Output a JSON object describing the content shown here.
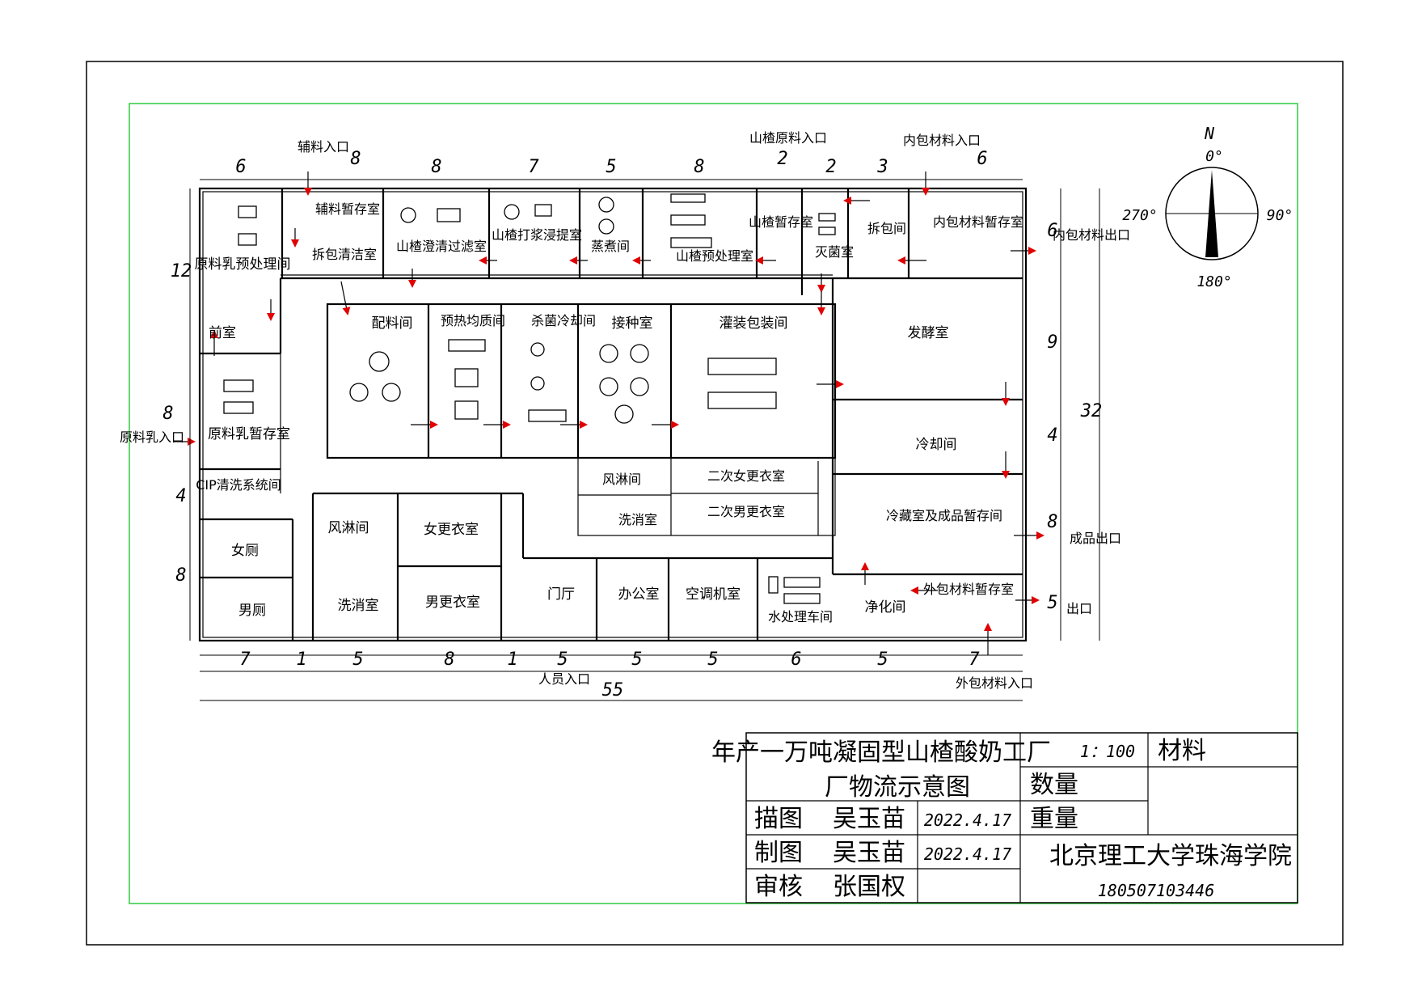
{
  "rooms": {
    "raw_milk_pre": "原料乳预处理间",
    "front_room": "前室",
    "raw_milk_store": "原料乳暂存室",
    "cip": "CIP清洗系统间",
    "women_wc": "女厕",
    "men_wc": "男厕",
    "aux_store": "辅料暂存室",
    "unpack_clean": "拆包清洁室",
    "clarify": "山楂澄清过滤室",
    "pulp_soak": "山楂打浆浸提室",
    "cook": "蒸煮间",
    "hawthorn_pre": "山楂预处理室",
    "hawthorn_store": "山楂暂存室",
    "sterilize_room": "灭菌室",
    "unpack": "拆包间",
    "inner_store": "内包材料暂存室",
    "batching": "配料间",
    "preheat": "预热均质间",
    "steri_cool": "杀菌冷却间",
    "inoculate": "接种室",
    "filling": "灌装包装间",
    "ferment": "发酵室",
    "cooling": "冷却间",
    "cold_store": "冷藏室及成品暂存间",
    "air_shower_1": "风淋间",
    "wash_1": "洗消室",
    "dress_w2": "二次女更衣室",
    "dress_m2": "二次男更衣室",
    "air_shower_2": "风淋间",
    "wash_2": "洗消室",
    "dress_w": "女更衣室",
    "dress_m": "男更衣室",
    "lobby": "门厅",
    "office": "办公室",
    "hvac": "空调机室",
    "water": "水处理车间",
    "purify": "净化间",
    "outer_store": "外包材料暂存室"
  },
  "entrances": {
    "aux_in": "辅料入口",
    "hawthorn_in": "山楂原料入口",
    "inner_in": "内包材料入口",
    "inner_out": "内包材料出口",
    "raw_milk_in": "原料乳入口",
    "product_out": "成品出口",
    "exit": "出口",
    "staff_in": "人员入口",
    "outer_in": "外包材料入口"
  },
  "dims": {
    "top": [
      "6",
      "8",
      "8",
      "7",
      "5",
      "8",
      "2",
      "2",
      "3",
      "6"
    ],
    "bottom": [
      "7",
      "1",
      "5",
      "8",
      "1",
      "5",
      "5",
      "5",
      "6",
      "5",
      "7"
    ],
    "total_width": "55",
    "left": [
      "12",
      "8",
      "4",
      "8"
    ],
    "right": [
      "6",
      "9",
      "4",
      "8",
      "5"
    ],
    "total_height": "32"
  },
  "compass": {
    "north": "N",
    "deg0": "0°",
    "deg90": "90°",
    "deg180": "180°",
    "deg270": "270°"
  },
  "title_block": {
    "title_line1": "年产一万吨凝固型山楂酸奶工厂",
    "title_line2": "厂物流示意图",
    "scale": "1：100",
    "material_label": "材料",
    "quantity_label": "数量",
    "weight_label": "重量",
    "drawn_label": "描图",
    "drafted_label": "制图",
    "review_label": "审核",
    "drawn_name": "吴玉苗",
    "drafted_name": "吴玉苗",
    "review_name": "张国权",
    "drawn_date": "2022.4.17",
    "drafted_date": "2022.4.17",
    "school": "北京理工大学珠海学院",
    "student_id": "180507103446"
  },
  "colors": {
    "arrow": "#e00000",
    "inner_frame": "#2ecc40",
    "line": "#000000"
  }
}
